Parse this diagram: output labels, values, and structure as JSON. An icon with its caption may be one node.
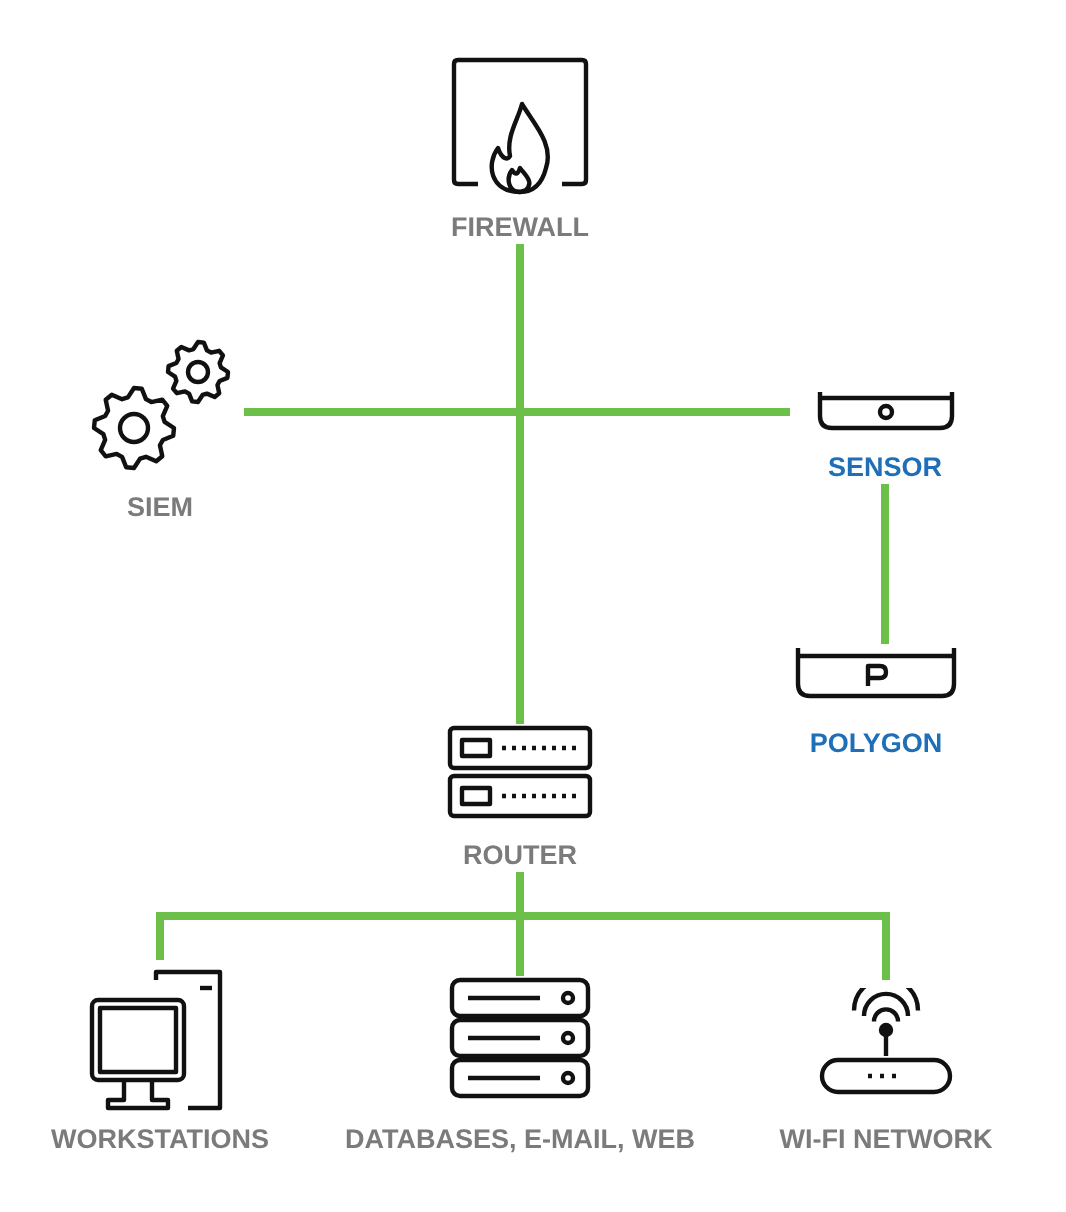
{
  "diagram": {
    "nodes": [
      {
        "text": [
          "FIREWALL"
        ]
      },
      {
        "text": [
          "SIEM"
        ]
      },
      {
        "text": [
          "SENSOR"
        ]
      },
      {
        "text": [
          "POLYGON"
        ]
      },
      {
        "text": [
          "ROUTER"
        ]
      },
      {
        "text": [
          "WORKSTATIONS"
        ]
      },
      {
        "text": [
          "DATABASES, E-MAIL, WEB"
        ]
      },
      {
        "text": [
          "WI-FI NETWORK"
        ]
      }
    ],
    "edges": [
      {
        "from": 0,
        "to": 4,
        "arrow": "none"
      },
      {
        "from": 1,
        "to": 2,
        "arrow": "none"
      },
      {
        "from": 2,
        "to": 3,
        "arrow": "none"
      },
      {
        "from": 4,
        "to": 5,
        "arrow": "none"
      },
      {
        "from": 4,
        "to": 6,
        "arrow": "none"
      },
      {
        "from": 4,
        "to": 7,
        "arrow": "none"
      }
    ]
  }
}
